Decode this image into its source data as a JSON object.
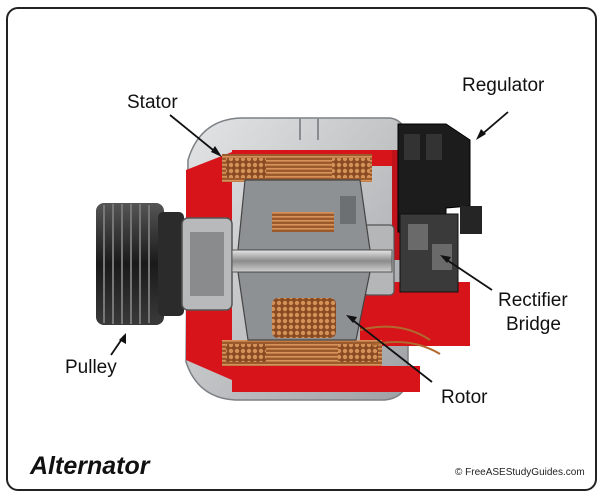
{
  "labels": {
    "stator": "Stator",
    "regulator": "Regulator",
    "pulley": "Pulley",
    "rectifier_line1": "Rectifier",
    "rectifier_line2": "Bridge",
    "rotor": "Rotor"
  },
  "title": "Alternator",
  "credit": "© FreeASEStudyGuides.com",
  "colors": {
    "housing": "#c9cbcd",
    "cutaway": "#d8141b",
    "copper": "#b8703a",
    "pulley": "#2a2a2a",
    "regulator": "#1c1c1c"
  }
}
